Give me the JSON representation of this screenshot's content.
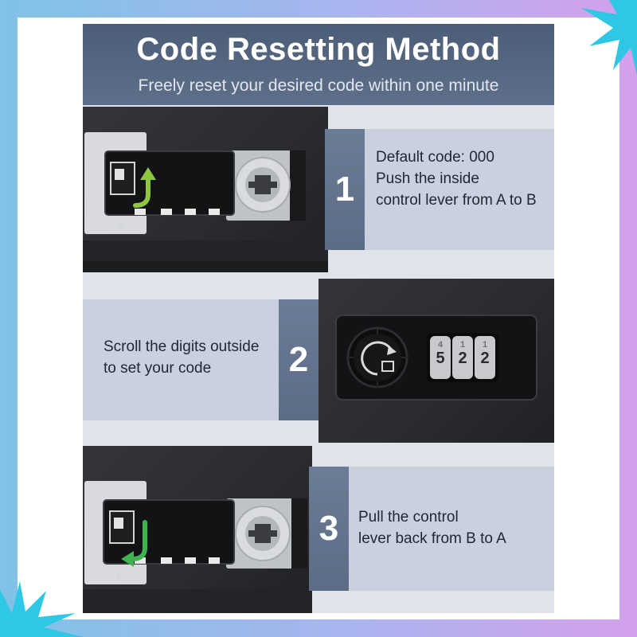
{
  "header": {
    "title": "Code Resetting Method",
    "subtitle": "Freely reset your desired code within one minute"
  },
  "steps": [
    {
      "number": "1",
      "lines": [
        "Default code: 000",
        "Push the inside",
        "control lever from A to B"
      ]
    },
    {
      "number": "2",
      "lines": [
        "Scroll the digits outside",
        "to set your code"
      ]
    },
    {
      "number": "3",
      "lines": [
        "Pull the control",
        "lever back from B to A"
      ]
    }
  ],
  "lock_dials": [
    "5",
    "2",
    "2"
  ],
  "lock_dials_above": [
    "4",
    "1",
    "1"
  ],
  "lever_labels": {
    "a": "A",
    "b": "B"
  },
  "colors": {
    "header": "#4c5d77",
    "card": "#c9d0de",
    "number_tab": "#6d7c96",
    "arrow_step1": "#8fc63f",
    "arrow_step3": "#3fb34f",
    "splash": "#2fc7e6"
  }
}
